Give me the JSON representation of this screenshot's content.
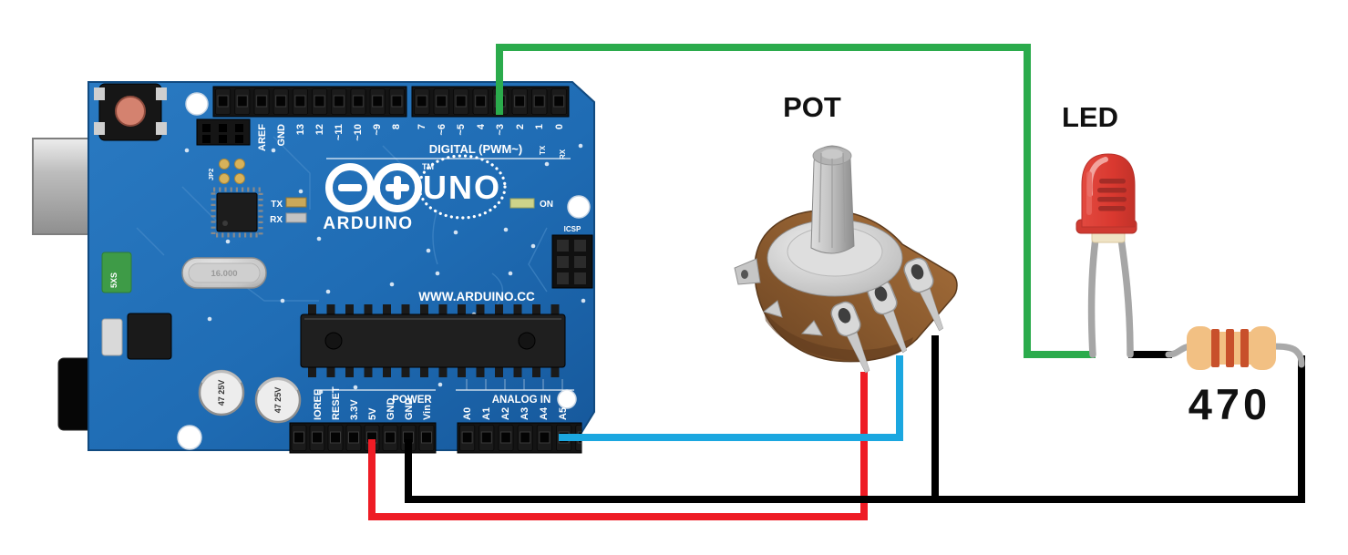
{
  "labels": {
    "pot": "POT",
    "led": "LED",
    "resistor_value": "470"
  },
  "arduino": {
    "brand": "ARDUINO",
    "model": "UNO",
    "trademark": "TM",
    "website": "WWW.ARDUINO.CC",
    "digital_section": "DIGITAL (PWM~)",
    "power_section": "POWER",
    "analog_section": "ANALOG IN",
    "on_led": "ON",
    "icsp": "ICSP",
    "tx": "TX",
    "rx": "RX",
    "tx_pin": "TX",
    "rx_pin": "RX",
    "jp2": "JP2",
    "crystal": "16.000",
    "capacitor": "47 25V",
    "fuse": "5XS",
    "digital_pins_left": [
      "AREF",
      "GND",
      "13",
      "12",
      "~11",
      "~10",
      "~9",
      "8"
    ],
    "digital_pins_right": [
      "7",
      "~6",
      "~5",
      "4",
      "~3",
      "2",
      "1",
      "0"
    ],
    "power_pins": [
      "IOREF",
      "RESET",
      "3.3V",
      "5V",
      "GND",
      "GND",
      "Vin"
    ],
    "analog_pins": [
      "A0",
      "A1",
      "A2",
      "A3",
      "A4",
      "A5"
    ]
  },
  "wires": {
    "green": {
      "color": "#2bab4c",
      "from": "arduino-digital-pin-3",
      "to": "led-left-leg"
    },
    "blue": {
      "color": "#1ba7e0",
      "from": "arduino-analog-pin-A5",
      "to": "pot-middle-pin"
    },
    "red": {
      "color": "#ee1c25",
      "from": "arduino-5v-pin",
      "to": "pot-left-pin"
    },
    "black_ground": {
      "color": "#000000",
      "from": "arduino-gnd-pin",
      "to": "pot-right-pin-and-resistor-right-lead"
    },
    "black_led": {
      "color": "#000000",
      "from": "led-right-leg",
      "to": "resistor-left-lead"
    }
  },
  "colors": {
    "board_blue": "#1f6cb4",
    "pot_body_brown": "#8a5a2e",
    "led_red": "#d9382f",
    "resistor_body": "#f2c083",
    "resistor_band": "#c8502b"
  }
}
